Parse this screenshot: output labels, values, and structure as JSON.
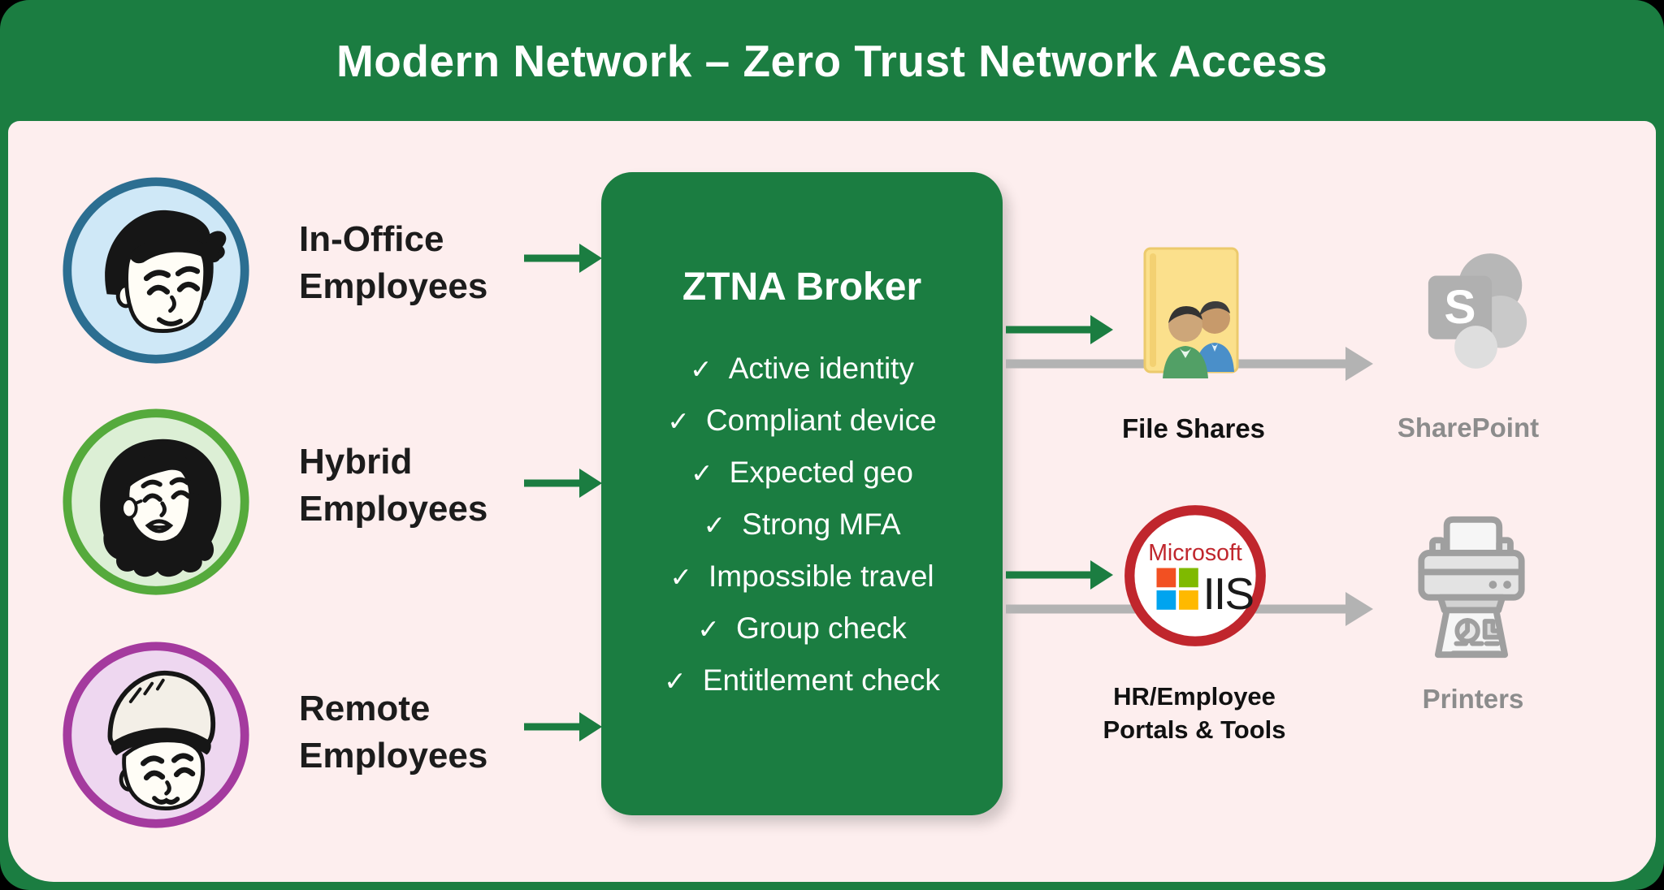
{
  "header": {
    "title": "Modern Network – Zero Trust Network Access"
  },
  "sources": [
    {
      "line1": "In-Office",
      "line2": "Employees",
      "avatar": "man-avatar-icon"
    },
    {
      "line1": "Hybrid",
      "line2": "Employees",
      "avatar": "woman-avatar-icon"
    },
    {
      "line1": "Remote",
      "line2": "Employees",
      "avatar": "beanie-avatar-icon"
    }
  ],
  "broker": {
    "title": "ZTNA Broker",
    "check_glyph": "✓",
    "checks": [
      "Active identity",
      "Compliant device",
      "Expected geo",
      "Strong MFA",
      "Impossible travel",
      "Group check",
      "Entitlement check"
    ]
  },
  "targets": {
    "file_shares": {
      "label": "File Shares",
      "icon": "file-shares-icon"
    },
    "sharepoint": {
      "label": "SharePoint",
      "letter": "S",
      "icon": "sharepoint-icon"
    },
    "hr_portal": {
      "label_line1": "HR/Employee",
      "label_line2": "Portals & Tools",
      "brand": "Microsoft",
      "product": "IIS",
      "icon": "microsoft-iis-icon"
    },
    "printers": {
      "label": "Printers",
      "icon": "printer-icon"
    }
  },
  "colors": {
    "green": "#1b7d41",
    "bg-pink": "#fdeeee",
    "arrow-gray": "#b3b3b3",
    "label-dark": "#1c1c1c",
    "label-gray": "#8c8c8c",
    "avatar1-border": "#2c6e91",
    "avatar1-fill": "#cfe8f7",
    "avatar2-border": "#55aa3c",
    "avatar2-fill": "#dcefd5",
    "avatar3-border": "#a43a9e",
    "avatar3-fill": "#eed7f0",
    "iis-ring": "#c0262d",
    "ms-red": "#f25022",
    "ms-green": "#7fba00",
    "ms-blue": "#00a4ef",
    "ms-yellow": "#ffb900",
    "folder-yellow": "#fbe08c"
  }
}
